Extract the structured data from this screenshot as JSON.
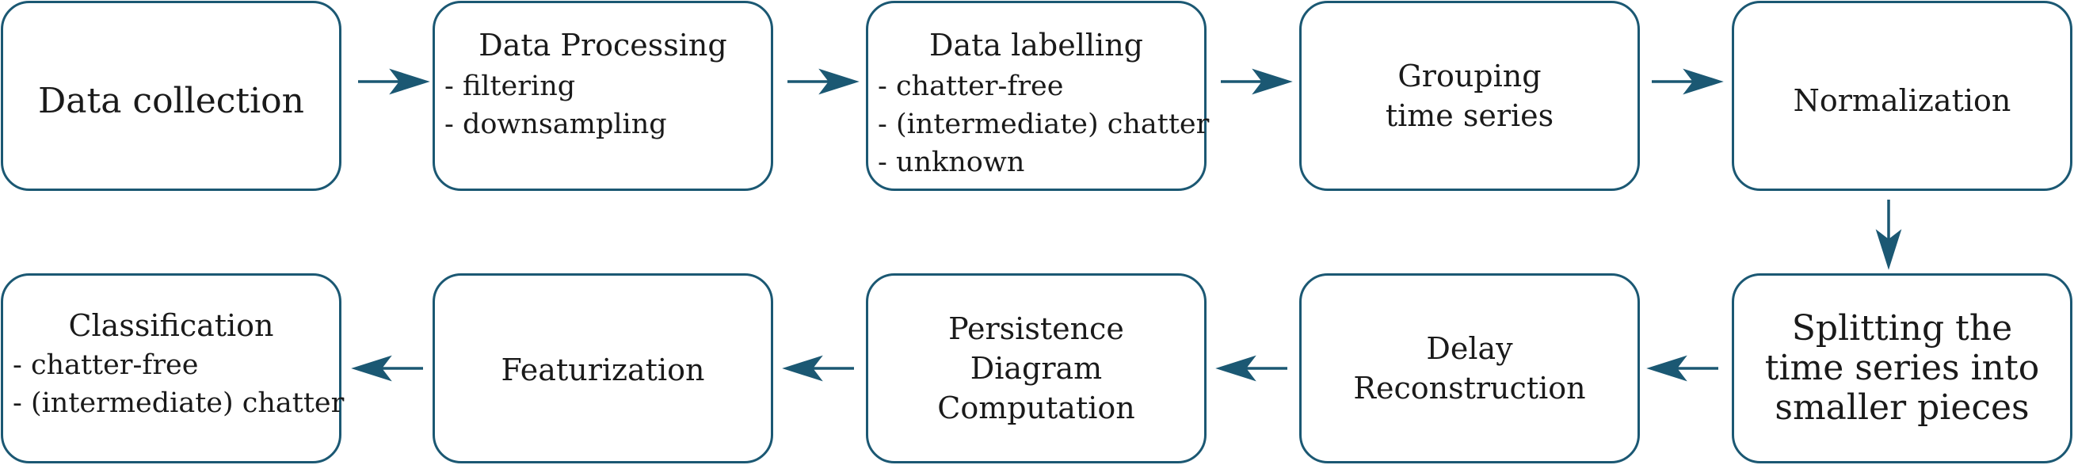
{
  "nodes": {
    "data_collection": {
      "title": "Data collection"
    },
    "data_processing": {
      "title": "Data Processing",
      "items": [
        "- filtering",
        "- downsampling"
      ]
    },
    "data_labelling": {
      "title": "Data labelling",
      "items": [
        "- chatter-free",
        "- (intermediate) chatter",
        "- unknown"
      ]
    },
    "grouping": {
      "lines": [
        "Grouping",
        "time series"
      ]
    },
    "normalization": {
      "title": "Normalization"
    },
    "splitting": {
      "lines": [
        "Splitting the",
        "time series into",
        "smaller pieces"
      ]
    },
    "delay": {
      "lines": [
        "Delay",
        "Reconstruction"
      ]
    },
    "persistence": {
      "lines": [
        "Persistence",
        "Diagram",
        "Computation"
      ]
    },
    "featurization": {
      "title": "Featurization"
    },
    "classification": {
      "title": "Classification",
      "items": [
        "- chatter-free",
        "- (intermediate) chatter"
      ]
    }
  },
  "colors": {
    "border": "#1b5873",
    "arrow": "#1b5873",
    "text": "#1a1a1a"
  }
}
